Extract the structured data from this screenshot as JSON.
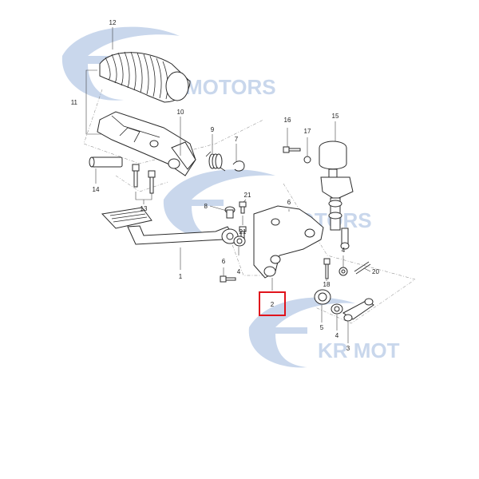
{
  "watermark": {
    "text_1": "MOTORS",
    "text_2": "MOTORS",
    "text_3": "KR MOT",
    "color": "#c9d7ec"
  },
  "highlight_color": "#e0141c",
  "callouts": {
    "c12": "12",
    "c11": "11",
    "c10": "10",
    "c9": "9",
    "c7": "7",
    "c14": "14",
    "c13": "13",
    "c8": "8",
    "c21a": "21",
    "c21b": "21",
    "c6a": "6",
    "c4a": "4",
    "c1": "1",
    "c16": "16",
    "c17": "17",
    "c15": "15",
    "c6b": "6",
    "c4b": "4",
    "c20": "20",
    "c18": "18",
    "c2": "2",
    "c5": "5",
    "c4c": "4",
    "c3": "3"
  }
}
